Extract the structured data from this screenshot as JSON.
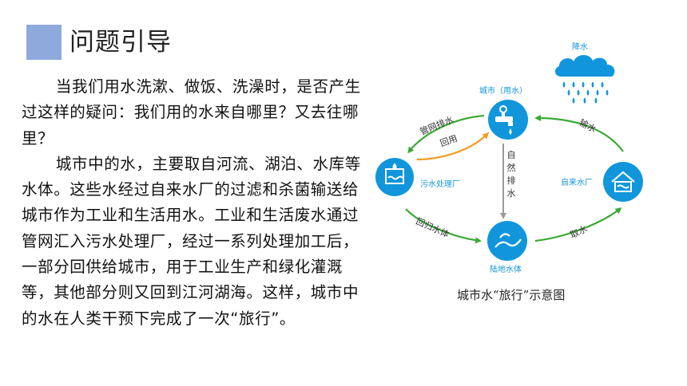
{
  "header": {
    "title": "问题引导"
  },
  "body": {
    "paragraph1": "当我们用水洗漱、做饭、洗澡时，是否产生过这样的疑问：我们用的水来自哪里？又去往哪里？",
    "paragraph2": "城市中的水，主要取自河流、湖泊、水库等水体。这些水经过自来水厂的过滤和杀菌输送给城市作为工业和生活用水。工业和生活废水通过管网汇入污水处理厂，经过一系列处理加工后，一部分回供给城市，用于工业生产和绿化灌溉等，其他部分则又回到江河湖海。这样，城市中的水在人类干预下完成了一次“旅行”。"
  },
  "diagram": {
    "rain_label": "降水",
    "city_label": "城市（用水）",
    "sewage_plant_label": "污水处理厂",
    "waterworks_label": "自来水厂",
    "land_water_label": "陆地水体",
    "arrow_pipe_drain": "管网排水",
    "arrow_reuse": "回用",
    "arrow_natural_drain": "自然排水",
    "arrow_transport": "输水",
    "arrow_return": "回归水体",
    "arrow_intake": "取水",
    "caption": "城市水“旅行”示意图",
    "colors": {
      "node_blue": "#1296db",
      "arrow_green": "#3aaa35",
      "arrow_orange": "#f39a1e",
      "arrow_gray": "#9a9a9a",
      "cloud_blue": "#1296db"
    }
  }
}
